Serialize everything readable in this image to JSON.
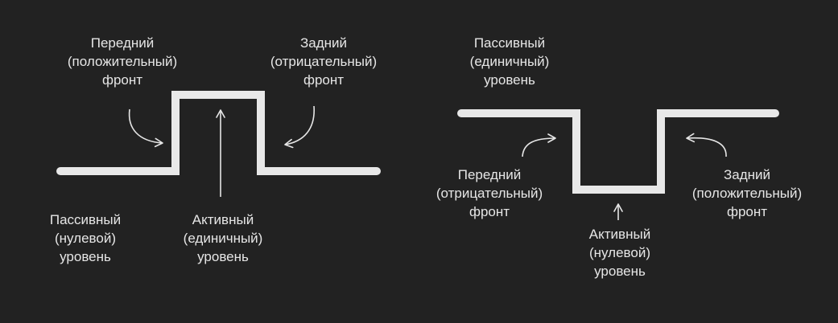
{
  "colors": {
    "background": "#222222",
    "signal": "#e8e8e8",
    "annotation": "#e6e6e6"
  },
  "left_diagram": {
    "front_label": "Передний\n(положительный)\nфронт",
    "back_label": "Задний\n(отрицательный)\nфронт",
    "passive_label": "Пассивный\n(нулевой)\nуровень",
    "active_label": "Активный\n(единичный)\nуровень"
  },
  "right_diagram": {
    "passive_label": "Пассивный\n(единичный)\nуровень",
    "front_label": "Передний\n(отрицательный)\nфронт",
    "back_label": "Задний\n(положительный)\nфронт",
    "active_label": "Активный\n(нулевой)\nуровень"
  }
}
